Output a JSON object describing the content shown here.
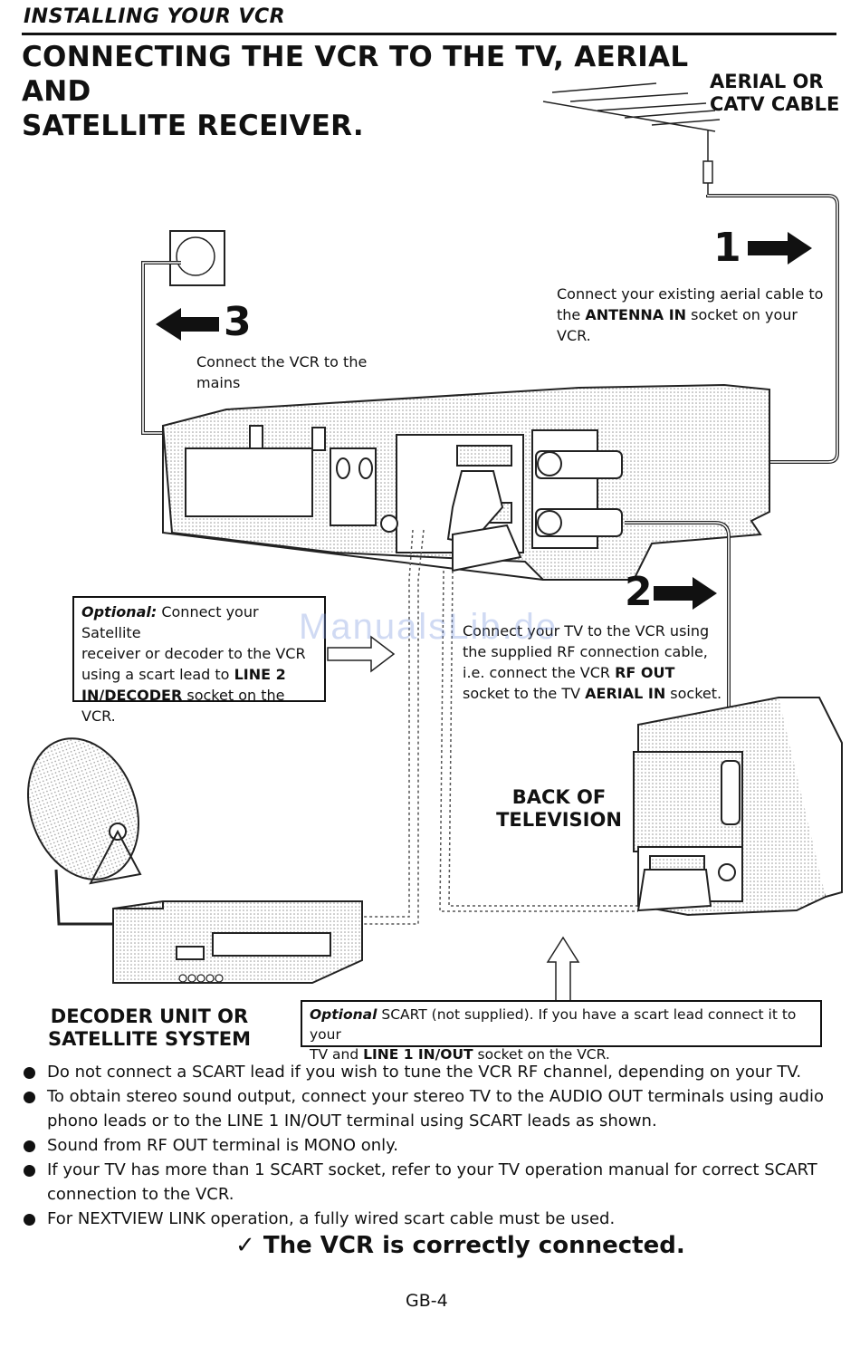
{
  "header": {
    "section": "INSTALLING YOUR VCR",
    "title_line1": "CONNECTING THE VCR TO THE TV, AERIAL AND",
    "title_line2": "SATELLITE RECEIVER."
  },
  "labels": {
    "aerial_line1": "AERIAL OR",
    "aerial_line2": "CATV CABLE",
    "back_tv_line1": "BACK OF",
    "back_tv_line2": "TELEVISION",
    "decoder_line1": "DECODER UNIT OR",
    "decoder_line2": "SATELLITE SYSTEM"
  },
  "steps": {
    "step1": {
      "num": "1",
      "text_a": "Connect your existing aerial cable to",
      "text_b": "the ",
      "text_bold": "ANTENNA IN",
      "text_c": " socket on your",
      "text_d": "VCR."
    },
    "step2": {
      "num": "2",
      "text_a": "Connect your TV to the VCR using",
      "text_b": "the supplied RF connection cable,",
      "text_c": "i.e. connect the VCR ",
      "text_bold1": "RF OUT",
      "text_d": "socket to the TV ",
      "text_bold2": "AERIAL IN",
      "text_e": " socket."
    },
    "step3": {
      "num": "3",
      "text_a": "Connect the VCR to the",
      "text_b": "mains"
    }
  },
  "optional_box1": {
    "lead": "Optional:",
    "text_a": " Connect your Satellite",
    "text_b": "receiver or decoder to the VCR",
    "text_c": "using a scart lead to ",
    "bold_a": "LINE 2",
    "bold_b": "IN/DECODER",
    "text_d": " socket on the",
    "text_e": "VCR."
  },
  "optional_box2": {
    "lead": "Optional",
    "text_a": " SCART (not supplied). If you have a scart lead connect it to your",
    "text_b": "TV and ",
    "bold": "LINE 1 IN/OUT",
    "text_c": " socket on the VCR."
  },
  "bullets": [
    "Do not connect a SCART lead if you wish to tune the VCR RF channel, depending on your TV.",
    "To obtain stereo sound output, connect your stereo TV to the AUDIO OUT terminals using audio phono leads or to the LINE 1 IN/OUT terminal using SCART leads as shown.",
    "Sound from RF OUT terminal is MONO only.",
    "If your TV has more than 1 SCART socket, refer to your TV operation manual for correct SCART connection to the VCR.",
    "For NEXTVIEW LINK operation, a fully wired scart cable must be used."
  ],
  "final": {
    "check": "✓",
    "text": "The VCR is correctly connected."
  },
  "watermark": "ManualsLib.de",
  "page_number": "GB-4"
}
